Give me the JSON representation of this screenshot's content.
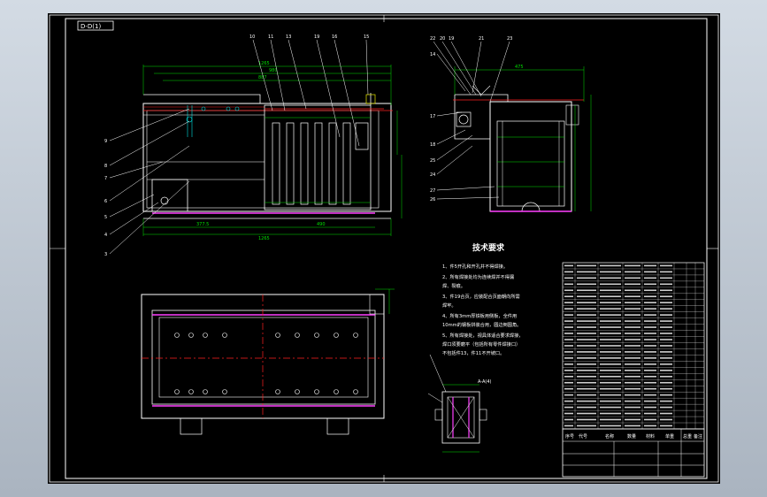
{
  "drawing": {
    "view_label": "D-D(1)",
    "tech_title": "技术要求",
    "tech_notes": [
      "1、件5开孔和开孔并不得焊接。",
      "2、所有焊接处均为连续焊并不得漏",
      "焊、裂痕。",
      "3、件19合页，应装配合页面朝向所需",
      "焊牢。",
      "4、所有3mm厚铁板用侧板，全件用",
      "10mm的钢板拼装合用，圆边倒圆角。",
      "5、所有焊接处，视具体适合要求焊接，",
      "焊口须要磨平（包括所有零件焊接口）",
      "不包括件13，件11不开坡口。"
    ],
    "front_callouts_top": [
      "10",
      "11",
      "13",
      "19",
      "16",
      "15"
    ],
    "right_callouts_top": [
      "22",
      "20",
      "19",
      "21",
      "23"
    ],
    "front_callouts_left": [
      "9",
      "8",
      "7",
      "6",
      "5",
      "4",
      "3"
    ],
    "right_callouts_left": [
      "14",
      "17",
      "18",
      "25",
      "24",
      "27",
      "26"
    ],
    "front_dims": {
      "overall_top": "1265",
      "sub_top": "980",
      "inner_top": "887",
      "bottom_overall": "1265",
      "bottom_left": "377.5",
      "bottom_mid": "490"
    },
    "right_dims": {
      "top_width": "475"
    },
    "section_labels": {
      "top": "A-A(4)"
    },
    "title_block": {
      "headers": [
        "序号",
        "代号",
        "名称",
        "数量",
        "材料",
        "单重",
        "总重",
        "备注"
      ],
      "part_count_label": "序号"
    }
  }
}
